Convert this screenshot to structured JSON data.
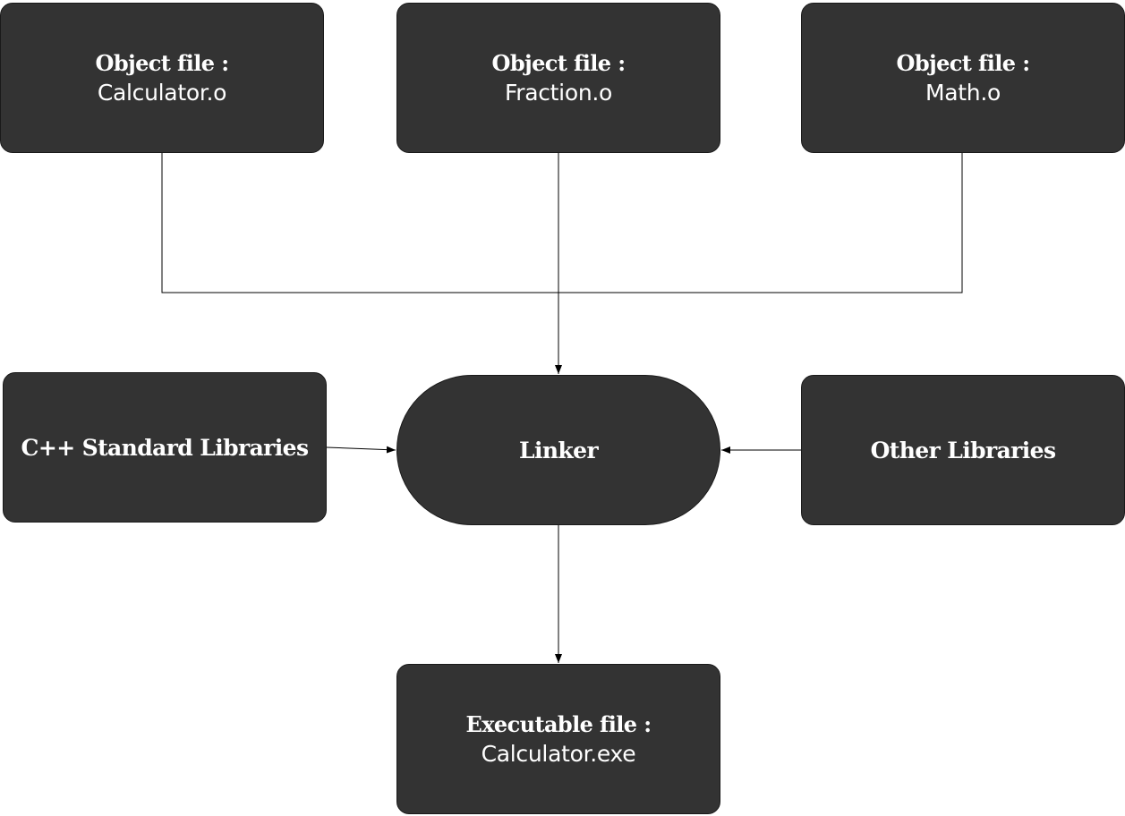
{
  "nodes": {
    "calculator_obj": {
      "heading": "Object file :",
      "file": "Calculator.o"
    },
    "fraction_obj": {
      "heading": "Object file :",
      "file": "Fraction.o"
    },
    "math_obj": {
      "heading": "Object file :",
      "file": "Math.o"
    },
    "std_libs": {
      "label": "C++ Standard Libraries"
    },
    "linker": {
      "label": "Linker"
    },
    "other_libs": {
      "label": "Other Libraries"
    },
    "executable": {
      "heading": "Executable file :",
      "file": "Calculator.exe"
    }
  },
  "colors": {
    "node_fill": "#333333",
    "node_text": "#ffffff",
    "connector": "#000000",
    "background": "#ffffff"
  }
}
